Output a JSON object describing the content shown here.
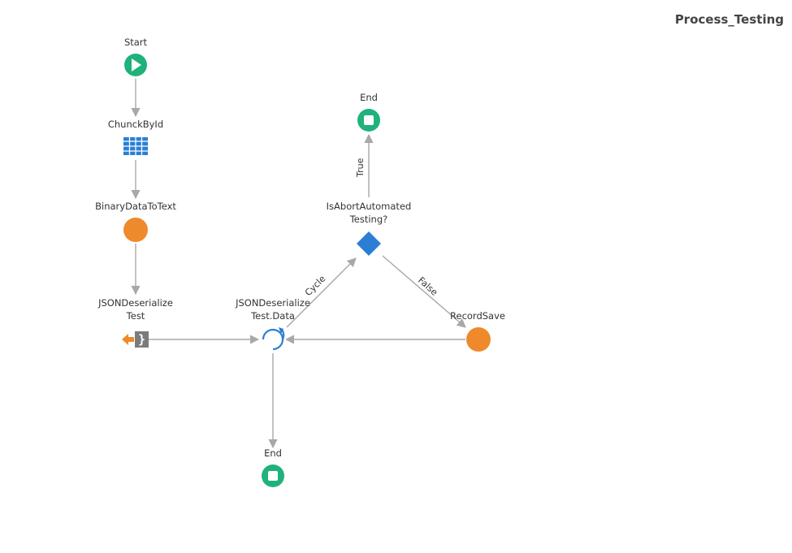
{
  "page": {
    "title": "Process_Testing"
  },
  "nodes": {
    "start": {
      "label": "Start",
      "icon": "play-icon",
      "color": "#1fb27a"
    },
    "chunk_by_id": {
      "label": "ChunckById",
      "icon": "table-grid-icon",
      "color": "#2a7fd5"
    },
    "binary_to_text": {
      "label": "BinaryDataToText",
      "icon": "orange-circle-icon",
      "color": "#ee8a2c"
    },
    "json_deserialize_test": {
      "label_line1": "JSONDeserialize",
      "label_line2": "Test",
      "icon": "json-deserialize-icon",
      "color": "#ee8a2c"
    },
    "loop_test_data": {
      "label_line1": "JSONDeserialize",
      "label_line2": "Test.Data",
      "icon": "cycle-icon",
      "color": "#2a7fd5"
    },
    "is_abort": {
      "label_line1": "IsAbortAutomated",
      "label_line2": "Testing?",
      "icon": "diamond-icon",
      "color": "#2a7fd5"
    },
    "end_top": {
      "label": "End",
      "icon": "stop-icon",
      "color": "#1fb27a"
    },
    "record_save": {
      "label": "RecordSave",
      "icon": "orange-circle-icon",
      "color": "#ee8a2c"
    },
    "end_bottom": {
      "label": "End",
      "icon": "stop-icon",
      "color": "#1fb27a"
    }
  },
  "edges": {
    "cycle": "Cycle",
    "true_label": "True",
    "false_label": "False"
  }
}
